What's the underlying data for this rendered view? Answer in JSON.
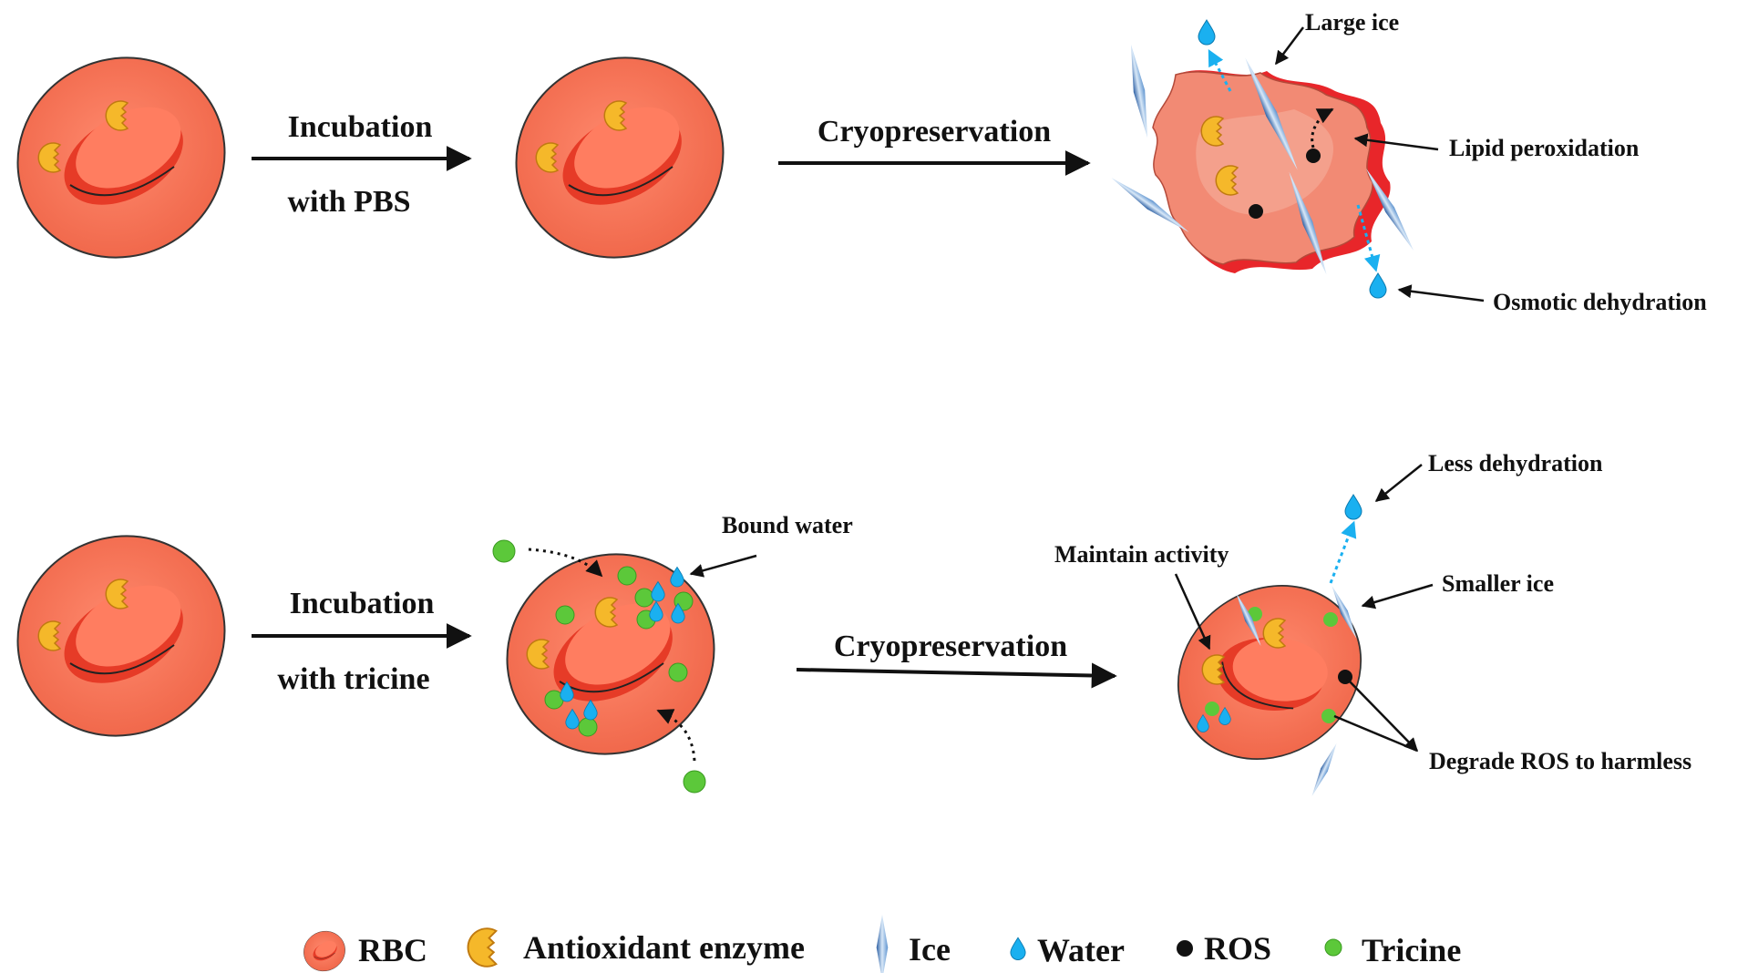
{
  "top_row": {
    "step1_line1": "Incubation",
    "step1_line2": "with PBS",
    "step2": "Cryopreservation",
    "labels": {
      "large_ice": "Large ice",
      "lipid_peroxidation": "Lipid peroxidation",
      "osmotic_dehydration": "Osmotic dehydration"
    }
  },
  "bottom_row": {
    "step1_line1": "Incubation",
    "step1_line2": "with tricine",
    "step2": "Cryopreservation",
    "labels": {
      "bound_water": "Bound water",
      "maintain_activity": "Maintain activity",
      "less_dehydration": "Less dehydration",
      "smaller_ice": "Smaller ice",
      "degrade_ros": "Degrade ROS to harmless"
    }
  },
  "legend": [
    {
      "icon": "rbc-icon",
      "label": "RBC"
    },
    {
      "icon": "antioxidant-enzyme-icon",
      "label": "Antioxidant enzyme"
    },
    {
      "icon": "ice-icon",
      "label": "Ice"
    },
    {
      "icon": "water-icon",
      "label": "Water"
    },
    {
      "icon": "ros-icon",
      "label": "ROS"
    },
    {
      "icon": "tricine-icon",
      "label": "Tricine"
    }
  ],
  "colors": {
    "rbc_fill": "#f07055",
    "rbc_inner": "#e8402c",
    "enzyme": "#f5b82a",
    "water": "#1ab0f0",
    "tricine": "#5cc83a",
    "ros": "#111111",
    "ice": "#6fa3d8"
  }
}
